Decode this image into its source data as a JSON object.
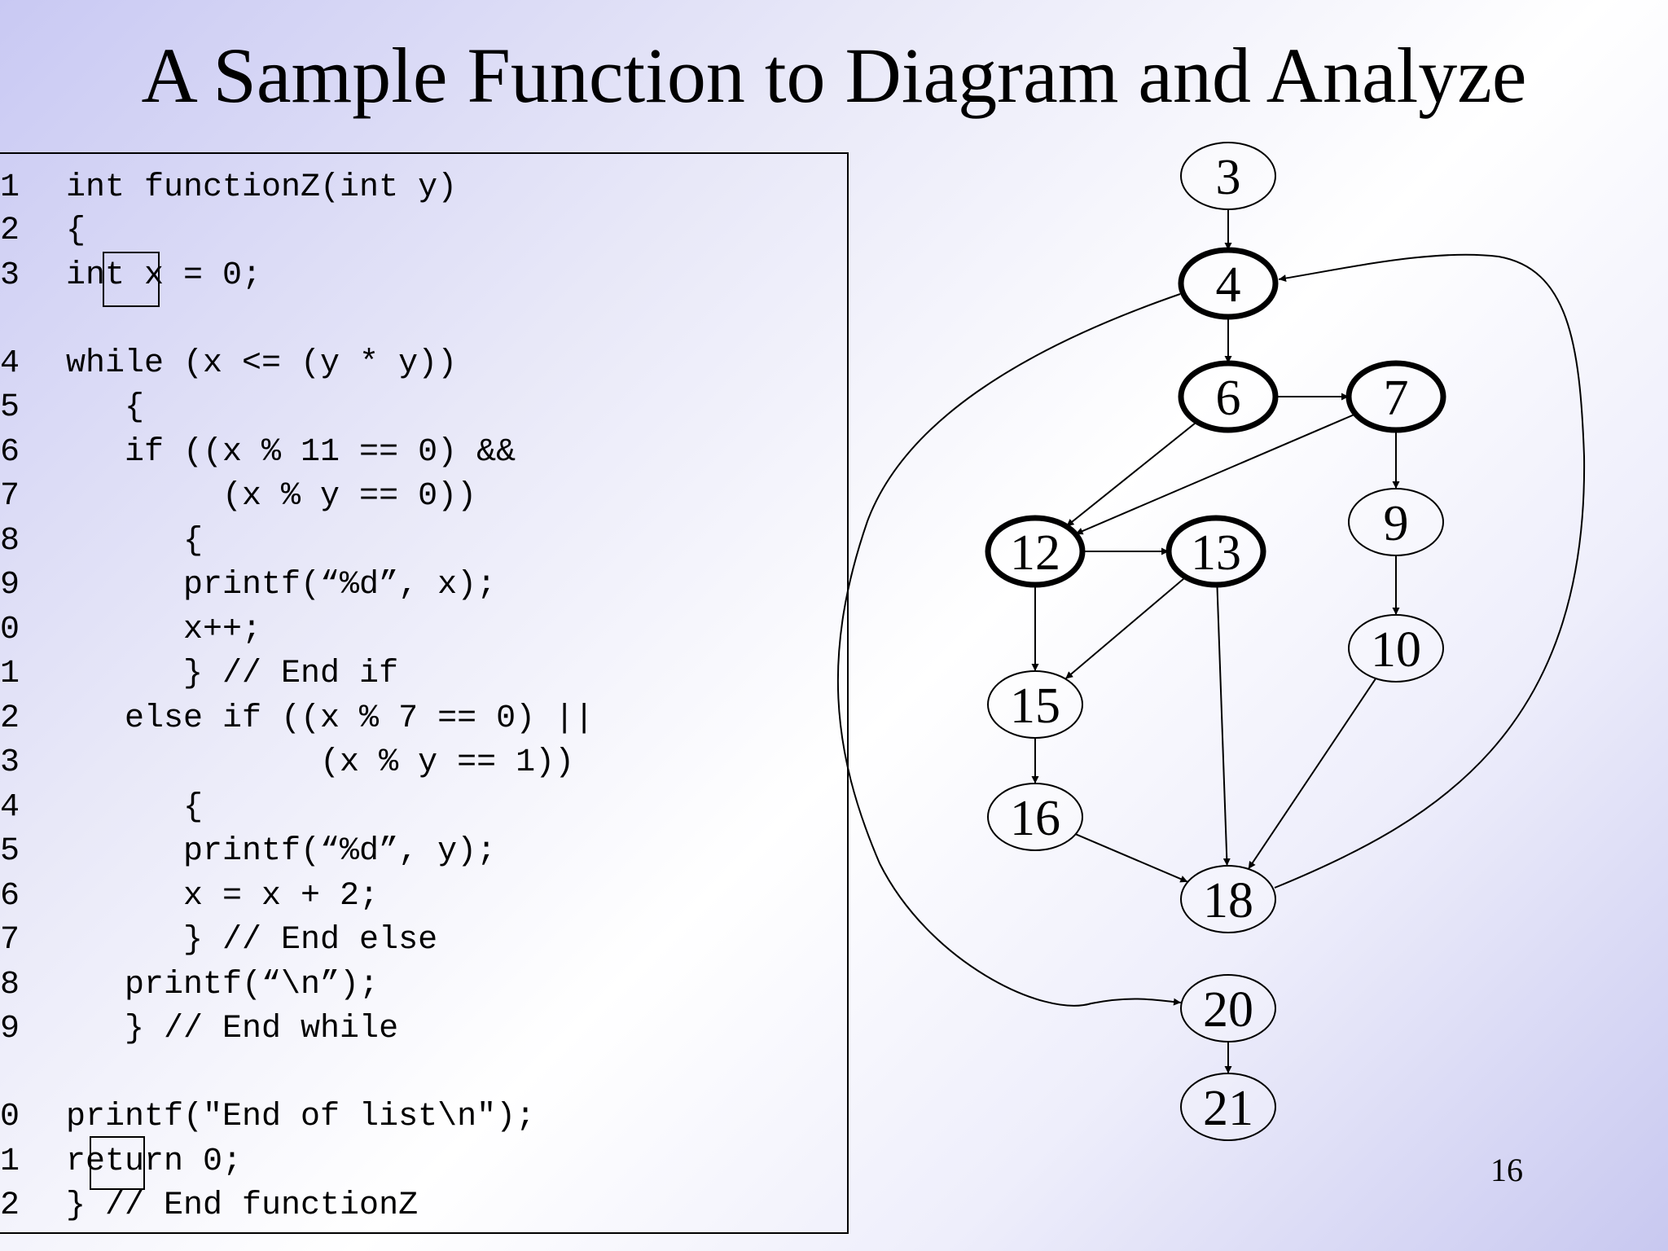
{
  "title": "A Sample Function to Diagram and Analyze",
  "code_lines": [
    {
      "num": "1",
      "text": "int functionZ(int y)"
    },
    {
      "num": "2",
      "text": "{"
    },
    {
      "num": "3",
      "text": "int x = 0;"
    },
    {
      "num": "4",
      "text": "while (x <= (y * y))"
    },
    {
      "num": "5",
      "text": "   {"
    },
    {
      "num": "6",
      "text": "   if ((x % 11 == 0) &&"
    },
    {
      "num": "7",
      "text": "        (x % y == 0))"
    },
    {
      "num": "8",
      "text": "      {"
    },
    {
      "num": "9",
      "text": "      printf(“%d”, x);"
    },
    {
      "num": "0",
      "text": "      x++;"
    },
    {
      "num": "1",
      "text": "      } // End if"
    },
    {
      "num": "2",
      "text": "   else if ((x % 7 == 0) ||"
    },
    {
      "num": "3",
      "text": "             (x % y == 1))"
    },
    {
      "num": "4",
      "text": "      {"
    },
    {
      "num": "5",
      "text": "      printf(“%d”, y);"
    },
    {
      "num": "6",
      "text": "      x = x + 2;"
    },
    {
      "num": "7",
      "text": "      } // End else"
    },
    {
      "num": "8",
      "text": "   printf(“\\n”);"
    },
    {
      "num": "9",
      "text": "   } // End while"
    },
    {
      "num": "0",
      "text": "printf(\"End of list\\n\");"
    },
    {
      "num": "1",
      "text": "return 0;"
    },
    {
      "num": "2",
      "text": "} // End functionZ"
    }
  ],
  "graph": {
    "nodes": [
      {
        "id": "3",
        "bold": false
      },
      {
        "id": "4",
        "bold": true
      },
      {
        "id": "6",
        "bold": true
      },
      {
        "id": "7",
        "bold": true
      },
      {
        "id": "9",
        "bold": false
      },
      {
        "id": "10",
        "bold": false
      },
      {
        "id": "12",
        "bold": true
      },
      {
        "id": "13",
        "bold": true
      },
      {
        "id": "15",
        "bold": false
      },
      {
        "id": "16",
        "bold": false
      },
      {
        "id": "18",
        "bold": false
      },
      {
        "id": "20",
        "bold": false
      },
      {
        "id": "21",
        "bold": false
      }
    ],
    "edges": [
      [
        "3",
        "4"
      ],
      [
        "4",
        "6"
      ],
      [
        "6",
        "7"
      ],
      [
        "6",
        "12"
      ],
      [
        "7",
        "12"
      ],
      [
        "7",
        "9"
      ],
      [
        "9",
        "10"
      ],
      [
        "10",
        "18"
      ],
      [
        "12",
        "13"
      ],
      [
        "12",
        "15"
      ],
      [
        "13",
        "15"
      ],
      [
        "13",
        "18"
      ],
      [
        "15",
        "16"
      ],
      [
        "16",
        "18"
      ],
      [
        "18",
        "4"
      ],
      [
        "4",
        "20"
      ],
      [
        "20",
        "21"
      ]
    ]
  },
  "page_number": "16"
}
